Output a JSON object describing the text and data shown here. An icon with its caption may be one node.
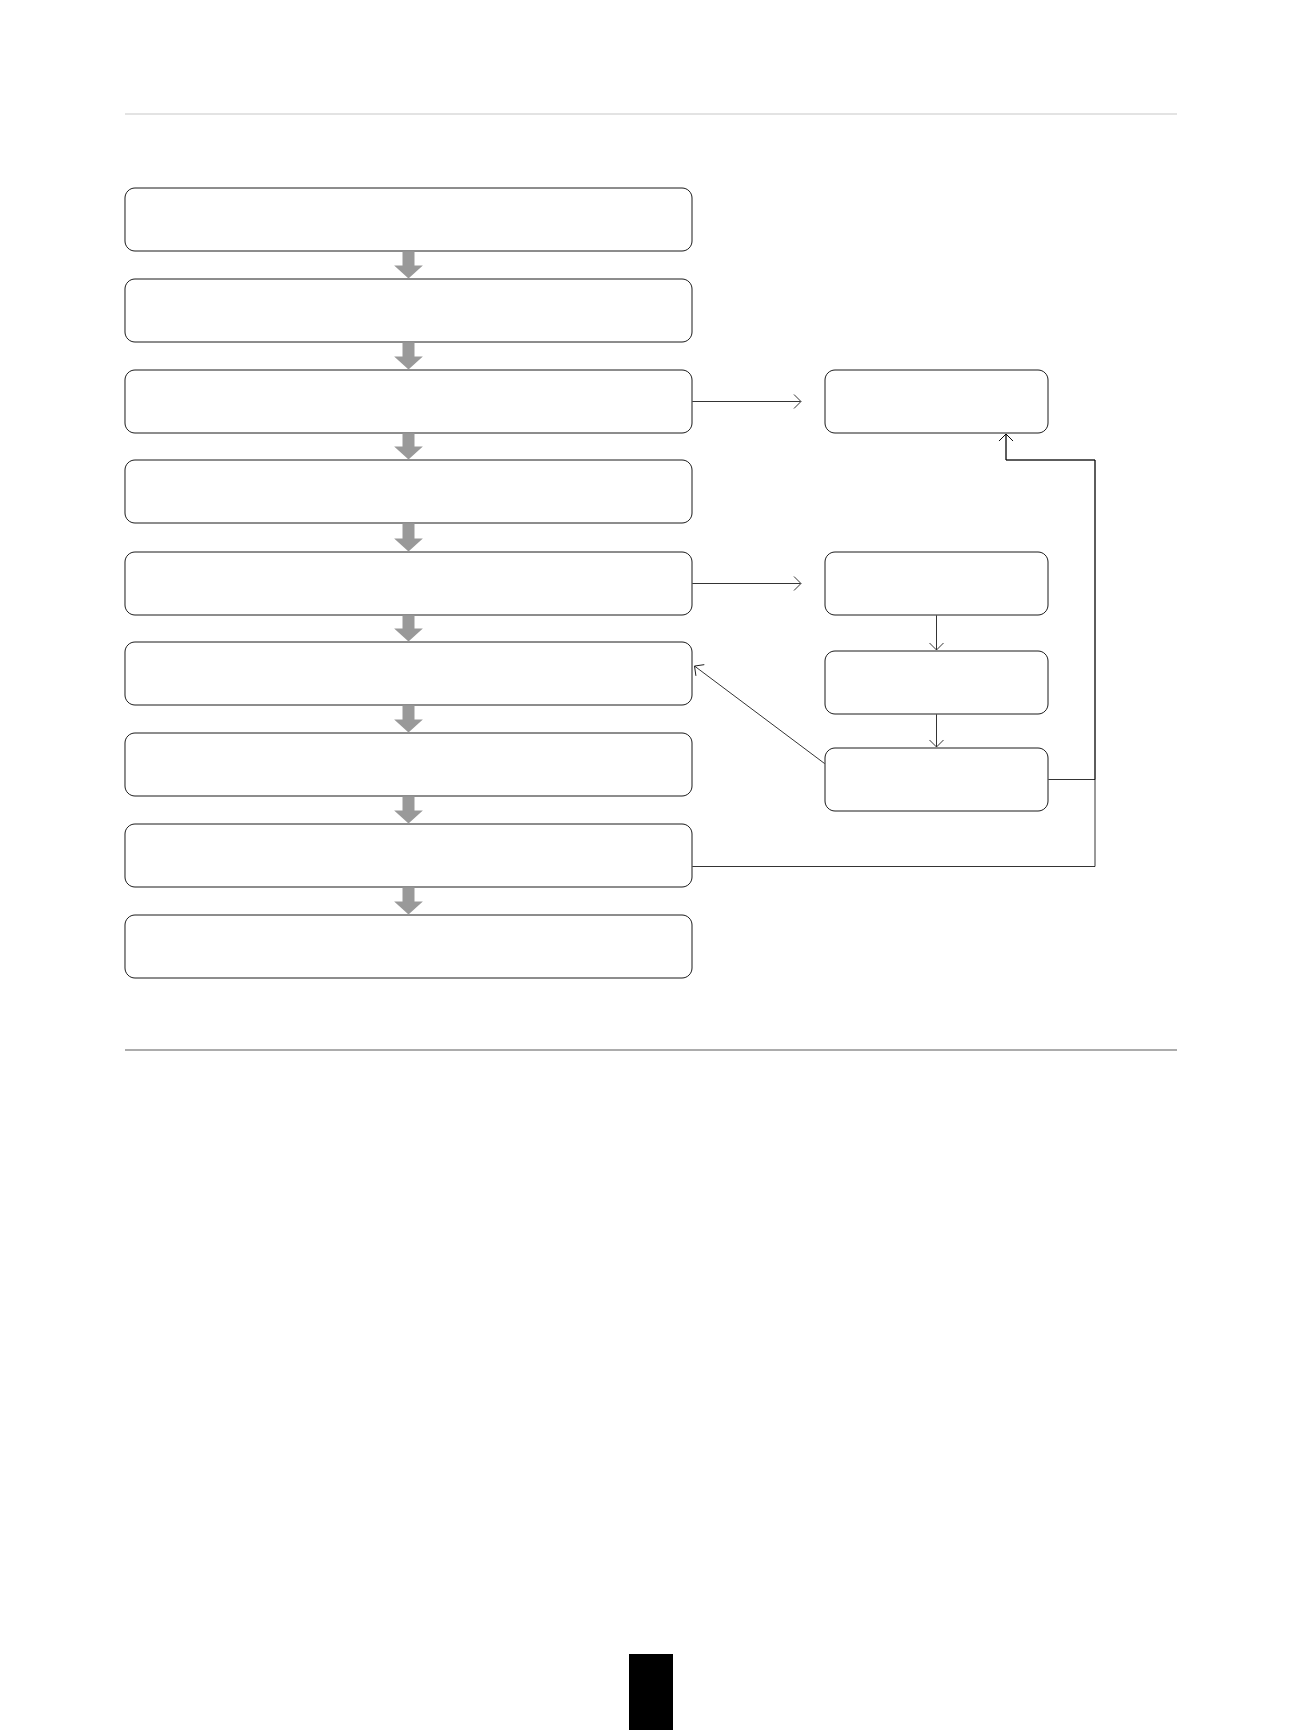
{
  "diagram": {
    "nodes": [
      {
        "text": [],
        "shape": "box"
      },
      {
        "text": [],
        "shape": "box"
      },
      {
        "text": [],
        "shape": "box"
      },
      {
        "text": [],
        "shape": "box"
      },
      {
        "text": [],
        "shape": "box"
      },
      {
        "text": [],
        "shape": "box"
      },
      {
        "text": [],
        "shape": "box"
      },
      {
        "text": [],
        "shape": "box"
      },
      {
        "text": [],
        "shape": "box"
      },
      {
        "text": [],
        "shape": "box"
      },
      {
        "text": [],
        "shape": "box"
      },
      {
        "text": [],
        "shape": "box"
      },
      {
        "text": [],
        "shape": "box"
      }
    ],
    "edges": [
      {
        "from": 0,
        "to": 1,
        "arrow": "to"
      },
      {
        "from": 1,
        "to": 2,
        "arrow": "to"
      },
      {
        "from": 2,
        "to": 3,
        "arrow": "to"
      },
      {
        "from": 3,
        "to": 4,
        "arrow": "to"
      },
      {
        "from": 4,
        "to": 5,
        "arrow": "to"
      },
      {
        "from": 5,
        "to": 6,
        "arrow": "to"
      },
      {
        "from": 6,
        "to": 7,
        "arrow": "to"
      },
      {
        "from": 7,
        "to": 8,
        "arrow": "to"
      },
      {
        "from": 2,
        "to": 9,
        "arrow": "to",
        "color": "#000000"
      },
      {
        "from": 4,
        "to": 10,
        "arrow": "to",
        "color": "#000000"
      },
      {
        "from": 10,
        "to": 11,
        "arrow": "to",
        "color": "#000000"
      },
      {
        "from": 11,
        "to": 12,
        "arrow": "to",
        "color": "#000000"
      },
      {
        "from": 12,
        "to": 5,
        "arrow": "to",
        "color": "#000000"
      },
      {
        "from": 12,
        "to": 9,
        "arrow": "to",
        "color": "#000000"
      },
      {
        "from": 7,
        "to": 9,
        "arrow": "to",
        "color": "#000000"
      }
    ]
  }
}
